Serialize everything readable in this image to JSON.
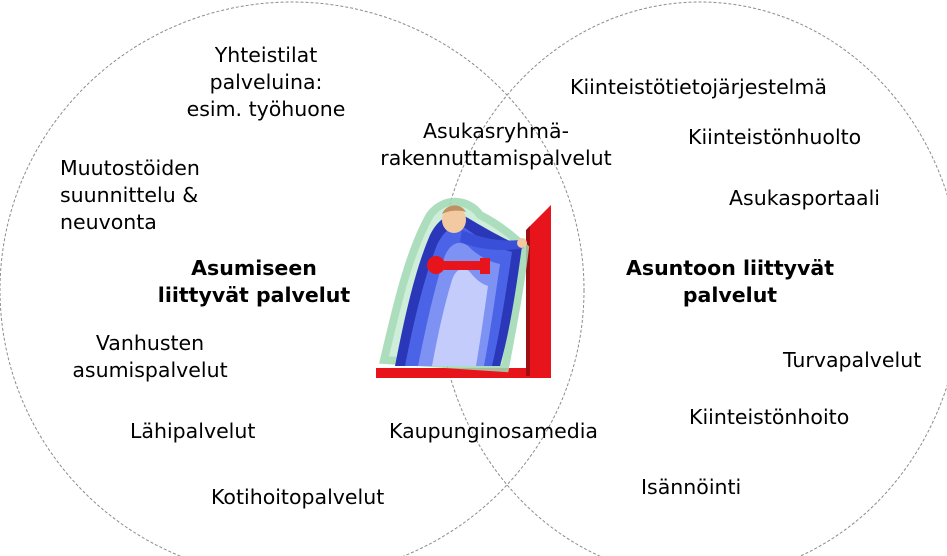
{
  "left_circle": {
    "title": [
      "Asumiseen",
      "liittyvät palvelut"
    ],
    "items": {
      "shared_spaces": [
        "Yhteistilat",
        "palveluina:",
        "esim. työhuone"
      ],
      "renovation": [
        "Muutostöiden",
        "suunnittelu &",
        "neuvonta"
      ],
      "elderly": [
        "Vanhusten",
        "asumispalvelut"
      ],
      "local": "Lähipalvelut",
      "home_care": "Kotihoitopalvelut"
    }
  },
  "right_circle": {
    "title": [
      "Asuntoon liittyvät",
      "palvelut"
    ],
    "items": {
      "info_system": "Kiinteistötietojärjestelmä",
      "maintenance": "Kiinteistönhuolto",
      "portal": "Asukasportaali",
      "security": "Turvapalvelut",
      "property_care": "Kiinteistönhoito",
      "management": "Isännöinti"
    }
  },
  "intersection": {
    "group_building": [
      "Asukasryhmä-",
      "rakennuttamispalvelut"
    ],
    "media": "Kaupunginosamedia"
  },
  "colors": {
    "circle_stroke": "#8c8c8c",
    "door_red": "#e8141c",
    "figure_blue": "#3a4fd8"
  },
  "icon": "person-opening-door-icon"
}
